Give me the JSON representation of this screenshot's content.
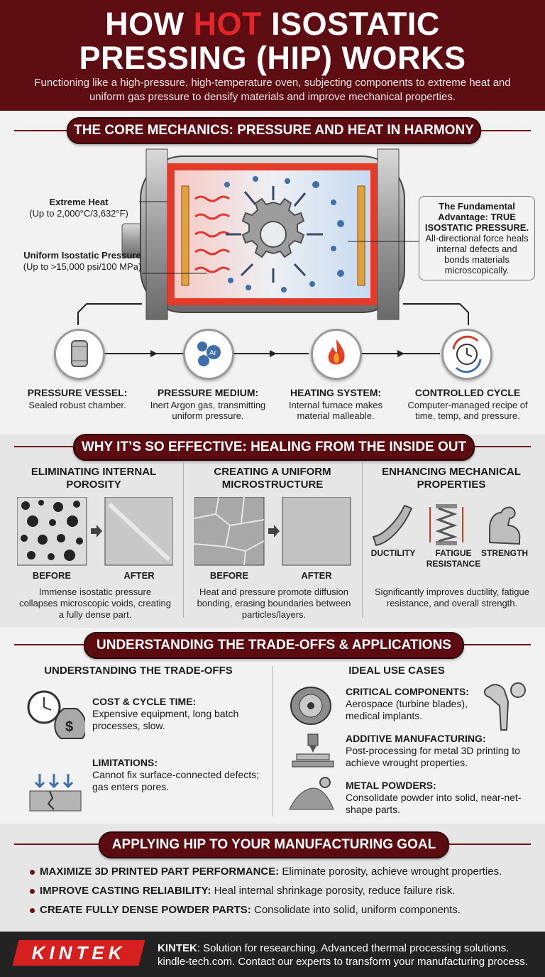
{
  "header": {
    "title_line1_a": "HOW ",
    "title_line1_hot": "HOT",
    "title_line1_b": " ISOSTATIC",
    "title_line2": "PRESSING (HIP) WORKS",
    "subtitle": "Functioning like a high-pressure, high-temperature oven, subjecting components to extreme heat and uniform gas pressure to densify materials and improve mechanical properties."
  },
  "core": {
    "banner": "THE CORE MECHANICS: PRESSURE AND HEAT IN HARMONY",
    "heat_label": "Extreme Heat",
    "heat_value": "(Up to 2,000°C/3,632°F)",
    "pressure_label": "Uniform Isostatic Pressure",
    "pressure_value": "(Up to >15,000 psi/100 MPa)",
    "callout_a": "The Fundamental Advantage: TRUE ISOSTATIC PRESSURE.",
    "callout_b": "All-directional force heals internal defects and bonds materials microscopically.",
    "gas_label": "Ar",
    "components": [
      {
        "title": "PRESSURE VESSEL:",
        "desc": "Sealed robust chamber."
      },
      {
        "title": "PRESSURE MEDIUM:",
        "desc": "Inert Argon gas, transmitting uniform pressure."
      },
      {
        "title": "HEATING SYSTEM:",
        "desc": "Internal furnace makes material malleable."
      },
      {
        "title": "CONTROLLED CYCLE",
        "desc": "Computer-managed recipe of time, temp, and pressure."
      }
    ]
  },
  "effective": {
    "banner": "WHY IT’S SO EFFECTIVE: HEALING FROM THE INSIDE OUT",
    "col1": {
      "title": "ELIMINATING INTERNAL POROSITY",
      "before": "BEFORE",
      "after": "AFTER",
      "desc": "Immense isostatic pressure collapses microscopic voids, creating a fully dense part."
    },
    "col2": {
      "title": "CREATING A UNIFORM MICROSTRUCTURE",
      "before": "BEFORE",
      "after": "AFTER",
      "desc": "Heat and pressure promote diffusion bonding, erasing boundaries between particles/layers."
    },
    "col3": {
      "title": "ENHANCING MECHANICAL PROPERTIES",
      "ductility": "DUCTILITY",
      "fatigue": "FATIGUE RESISTANCE",
      "strength": "STRENGTH",
      "desc": "Significantly improves ductility, fatigue resistance, and overall strength."
    }
  },
  "tradeoffs": {
    "banner": "UNDERSTANDING THE TRADE-OFFS & APPLICATIONS",
    "left_title": "UNDERSTANDING THE TRADE-OFFS",
    "cost_title": "COST & CYCLE TIME:",
    "cost_desc": "Expensive equipment, long batch processes, slow.",
    "limit_title": "LIMITATIONS:",
    "limit_desc": "Cannot fix surface-connected defects; gas enters pores.",
    "right_title": "IDEAL USE CASES",
    "crit_title": "CRITICAL COMPONENTS:",
    "crit_desc": "Aerospace (turbine blades), medical implants.",
    "am_title": "ADDITIVE MANUFACTURING:",
    "am_desc": "Post-processing for metal 3D printing to achieve wrought properties.",
    "mp_title": "METAL POWDERS:",
    "mp_desc": "Consolidate powder into solid, near-net-shape parts."
  },
  "applying": {
    "banner": "APPLYING HIP TO YOUR MANUFACTURING GOAL",
    "items": [
      {
        "bold": "MAXIMIZE 3D PRINTED PART PERFORMANCE:",
        "text": " Eliminate porosity, achieve wrought properties."
      },
      {
        "bold": "IMPROVE CASTING RELIABILITY:",
        "text": " Heal internal shrinkage porosity, reduce failure risk."
      },
      {
        "bold": "CREATE FULLY DENSE POWDER PARTS:",
        "text": " Consolidate into solid, uniform components."
      }
    ]
  },
  "footer": {
    "logo": "KINTEK",
    "brand": "KINTEK",
    "line1": ": Solution for researching. Advanced thermal processing solutions.",
    "line2": "kindle-tech.com. Contact our experts to transform your manufacturing process."
  },
  "colors": {
    "brand": "#5e0d12",
    "accent": "#e3262b",
    "footer": "#232323"
  }
}
